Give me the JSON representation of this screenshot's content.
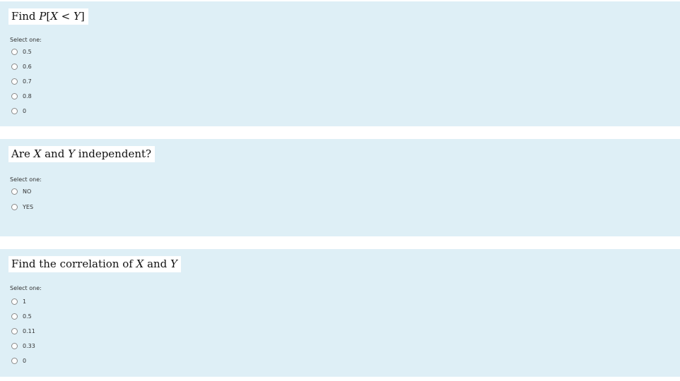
{
  "questions": [
    {
      "prompt": "Find P[X < Y]",
      "select_label": "Select one:",
      "options": [
        "0.5",
        "0.6",
        "0.7",
        "0.8",
        "0"
      ]
    },
    {
      "prompt": "Are X and Y independent?",
      "select_label": "Select one:",
      "options": [
        "NO",
        "YES"
      ]
    },
    {
      "prompt": "Find the correlation of X and Y",
      "select_label": "Select one:",
      "options": [
        "1",
        "0.5",
        "0.11",
        "0.33",
        "0"
      ]
    }
  ]
}
